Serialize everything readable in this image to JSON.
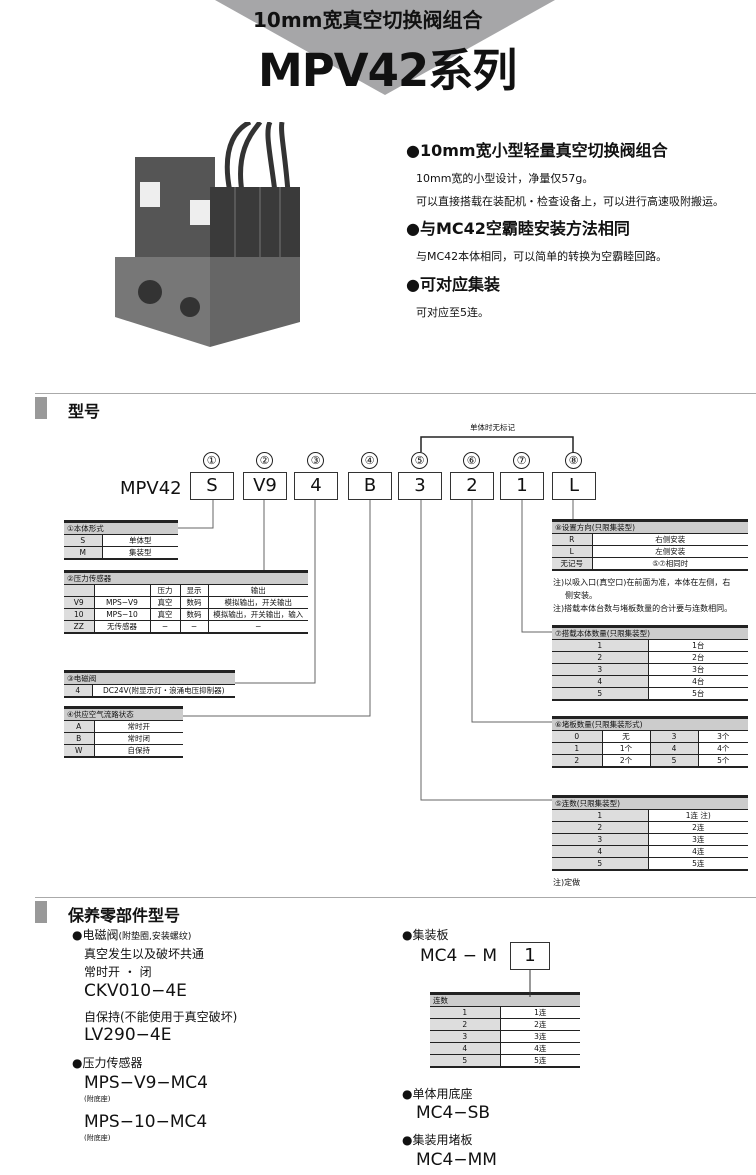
{
  "header": {
    "subtitle": "10mm宽真空切换阀组合",
    "title": "MPV42系列"
  },
  "features": [
    {
      "title": "●10mm宽小型轻量真空切换阀组合",
      "lines": [
        "10mm宽的小型设计，净量仅57g。",
        "可以直接搭载在装配机・检查设备上，可以进行高速吸附搬运。"
      ]
    },
    {
      "title": "●与MC42空霸睦安装方法相同",
      "lines": [
        "与MC42本体相同，可以简单的转换为空霸睦回路。"
      ]
    },
    {
      "title": "●可对应集装",
      "lines": [
        "可对应至5连。"
      ]
    }
  ],
  "model": {
    "section_title": "型号",
    "prefix": "MPV42",
    "bracket_label": "单体时无标记",
    "codes": [
      {
        "n": "①",
        "v": "S"
      },
      {
        "n": "②",
        "v": "V9"
      },
      {
        "n": "③",
        "v": "4"
      },
      {
        "n": "④",
        "v": "B"
      },
      {
        "n": "⑤",
        "v": "3"
      },
      {
        "n": "⑥",
        "v": "2"
      },
      {
        "n": "⑦",
        "v": "1"
      },
      {
        "n": "⑧",
        "v": "L"
      }
    ],
    "t1": {
      "title": "①本体形式",
      "rows": [
        [
          "S",
          "单体型"
        ],
        [
          "M",
          "集装型"
        ]
      ]
    },
    "t2": {
      "title": "②压力传感器",
      "head": [
        "",
        "",
        "压力",
        "显示",
        "输出"
      ],
      "rows": [
        [
          "V9",
          "MPS−V9",
          "真空",
          "数码",
          "模拟输出，开关输出"
        ],
        [
          "10",
          "MPS−10",
          "真空",
          "数码",
          "模拟输出，开关输出，输入"
        ],
        [
          "ZZ",
          "无传感器",
          "−",
          "−",
          "−"
        ]
      ]
    },
    "t3": {
      "title": "③电磁阀",
      "rows": [
        [
          "4",
          "DC24V(附显示灯・浪涌电压抑制器)"
        ]
      ]
    },
    "t4": {
      "title": "④供应空气流路状态",
      "rows": [
        [
          "A",
          "常时开"
        ],
        [
          "B",
          "常时闭"
        ],
        [
          "W",
          "自保持"
        ]
      ]
    },
    "t8": {
      "title": "⑧设置方向(只限集装型)",
      "rows": [
        [
          "R",
          "右侧安装"
        ],
        [
          "L",
          "左侧安装"
        ],
        [
          "无记号",
          "⑤⑦相同时"
        ]
      ]
    },
    "t8_notes": [
      "注)以吸入口(真空口)在前面为准，本体在左侧，右",
      "侧安装。",
      "注)搭载本体台数与堵板数量的合计要与连数相同。"
    ],
    "t7": {
      "title": "⑦搭载本体数量(只限集装型)",
      "rows": [
        [
          "1",
          "1台"
        ],
        [
          "2",
          "2台"
        ],
        [
          "3",
          "3台"
        ],
        [
          "4",
          "4台"
        ],
        [
          "5",
          "5台"
        ]
      ]
    },
    "t6": {
      "title": "⑥堵板数量(只限集装形式)",
      "rows": [
        [
          "0",
          "无",
          "3",
          "3个"
        ],
        [
          "1",
          "1个",
          "4",
          "4个"
        ],
        [
          "2",
          "2个",
          "5",
          "5个"
        ]
      ]
    },
    "t5": {
      "title": "⑤连数(只限集装型)",
      "rows": [
        [
          "1",
          "1连 注)"
        ],
        [
          "2",
          "2连"
        ],
        [
          "3",
          "3连"
        ],
        [
          "4",
          "4连"
        ],
        [
          "5",
          "5连"
        ]
      ]
    },
    "t5_note": "注)定做"
  },
  "parts": {
    "section_title": "保养零部件型号",
    "valve": {
      "title": "●电磁阀",
      "title_sm": "(附垫圈,安装螺纹)",
      "l1": "真空发生以及破坏共通",
      "l2": "常时开 ・ 闭",
      "p1": "CKV010−4E",
      "l3": "自保持(不能使用于真空破坏)",
      "p2": "LV290−4E"
    },
    "sensor": {
      "title": "●压力传感器",
      "p1": "MPS−V9−MC4",
      "n1": "(附底座)",
      "p2": "MPS−10−MC4",
      "n2": "(附底座)"
    },
    "manifold": {
      "title": "●集装板",
      "prefix": "MC4 − M",
      "code": "1",
      "table_title": "连数",
      "rows": [
        [
          "1",
          "1连"
        ],
        [
          "2",
          "2连"
        ],
        [
          "3",
          "3连"
        ],
        [
          "4",
          "4连"
        ],
        [
          "5",
          "5连"
        ]
      ]
    },
    "base": {
      "title": "●单体用底座",
      "p": "MC4−SB"
    },
    "plate": {
      "title": "●集装用堵板",
      "p": "MC4−MM"
    }
  },
  "colors": {
    "banner": "#a6a6a8",
    "table_head": "#cccccc"
  }
}
